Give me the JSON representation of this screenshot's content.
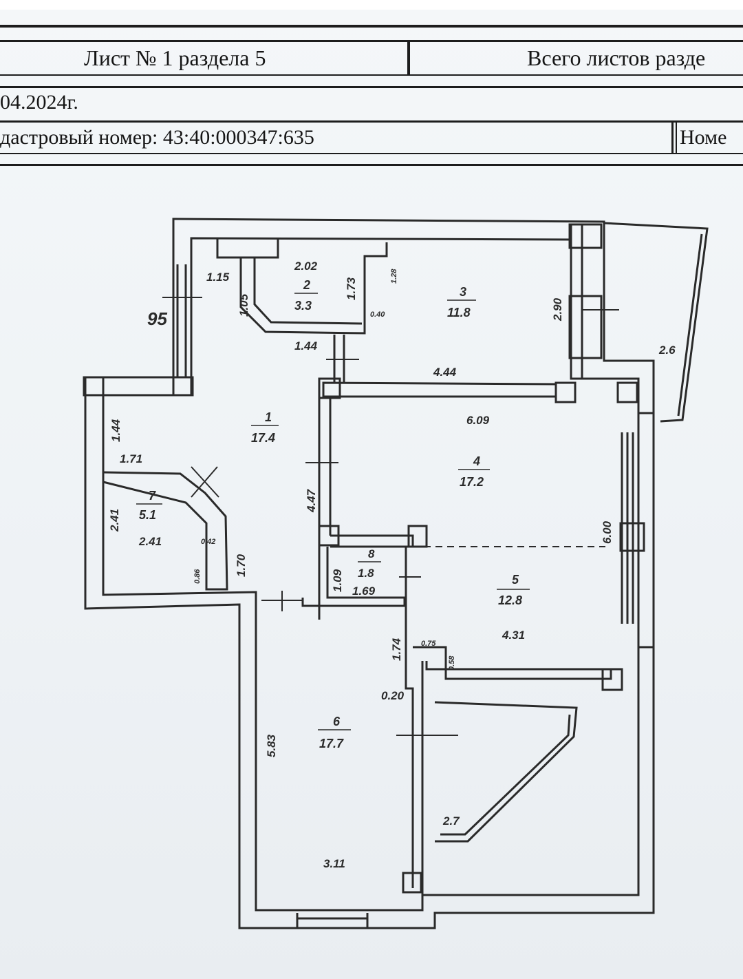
{
  "header": {
    "sheet_label": "Лист № 1 раздела 5",
    "total_label": "Всего листов разде",
    "date": "04.2024г.",
    "cadastral": "дастровый номер: 43:40:000347:635",
    "number_label": "Номе"
  },
  "plan": {
    "marker": "95",
    "rooms": [
      {
        "id": "1",
        "area": "17.4"
      },
      {
        "id": "2",
        "area": "3.3"
      },
      {
        "id": "3",
        "area": "11.8"
      },
      {
        "id": "4",
        "area": "17.2"
      },
      {
        "id": "5",
        "area": "12.8"
      },
      {
        "id": "6",
        "area": "17.7"
      },
      {
        "id": "7",
        "area": "5.1"
      },
      {
        "id": "8",
        "area": "1.8"
      }
    ],
    "dimensions": {
      "d_1_15": "1.15",
      "d_1_05": "1.05",
      "d_2_02": "2.02",
      "d_1_73": "1.73",
      "d_1_28": "1.28",
      "d_0_40": "0.40",
      "d_1_44_top": "1.44",
      "d_2_90": "2.90",
      "d_2_6": "2.6",
      "d_4_44": "4.44",
      "d_1_44_left": "1.44",
      "d_1_71": "1.71",
      "d_6_09": "6.09",
      "d_4_47": "4.47",
      "d_2_41_v": "2.41",
      "d_2_41": "2.41",
      "d_0_42": "0.42",
      "d_0_86": "0.86",
      "d_1_70": "1.70",
      "d_1_09": "1.09",
      "d_1_69": "1.69",
      "d_6_00": "6.00",
      "d_1_74": "1.74",
      "d_0_75": "0.75",
      "d_0_58": "0.58",
      "d_4_31": "4.31",
      "d_0_20": "0.20",
      "d_5_83": "5.83",
      "d_2_7": "2.7",
      "d_3_11": "3.11"
    }
  }
}
